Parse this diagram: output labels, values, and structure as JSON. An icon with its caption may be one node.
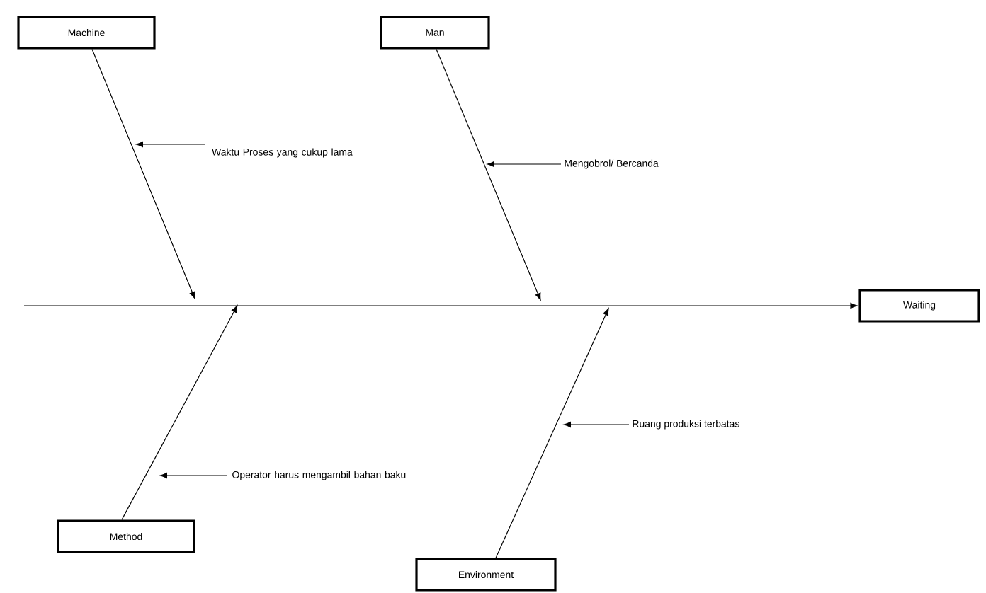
{
  "diagram": {
    "nodes": [
      {
        "text": [
          "Machine"
        ]
      },
      {
        "text": [
          "Man"
        ]
      },
      {
        "text": [
          "Waiting"
        ]
      },
      {
        "text": [
          "Method"
        ]
      },
      {
        "text": [
          "Environment"
        ]
      },
      {
        "text": [
          "Waktu Proses yang cukup lama"
        ]
      },
      {
        "text": [
          "Mengobrol/ Bercanda"
        ]
      },
      {
        "text": [
          "Operator harus mengambil bahan baku"
        ]
      },
      {
        "text": [
          "Ruang produksi terbatas"
        ]
      }
    ],
    "edges": [
      {
        "from": null,
        "to": 2,
        "arrow": "to"
      },
      {
        "from": 0,
        "to": null,
        "arrow": "to"
      },
      {
        "from": 1,
        "to": null,
        "arrow": "to"
      },
      {
        "from": 3,
        "to": null,
        "arrow": "to"
      },
      {
        "from": 4,
        "to": null,
        "arrow": "to"
      },
      {
        "from": 5,
        "to": null,
        "arrow": "to"
      },
      {
        "from": 6,
        "to": null,
        "arrow": "to"
      },
      {
        "from": 7,
        "to": null,
        "arrow": "to"
      },
      {
        "from": 8,
        "to": null,
        "arrow": "to"
      }
    ]
  }
}
